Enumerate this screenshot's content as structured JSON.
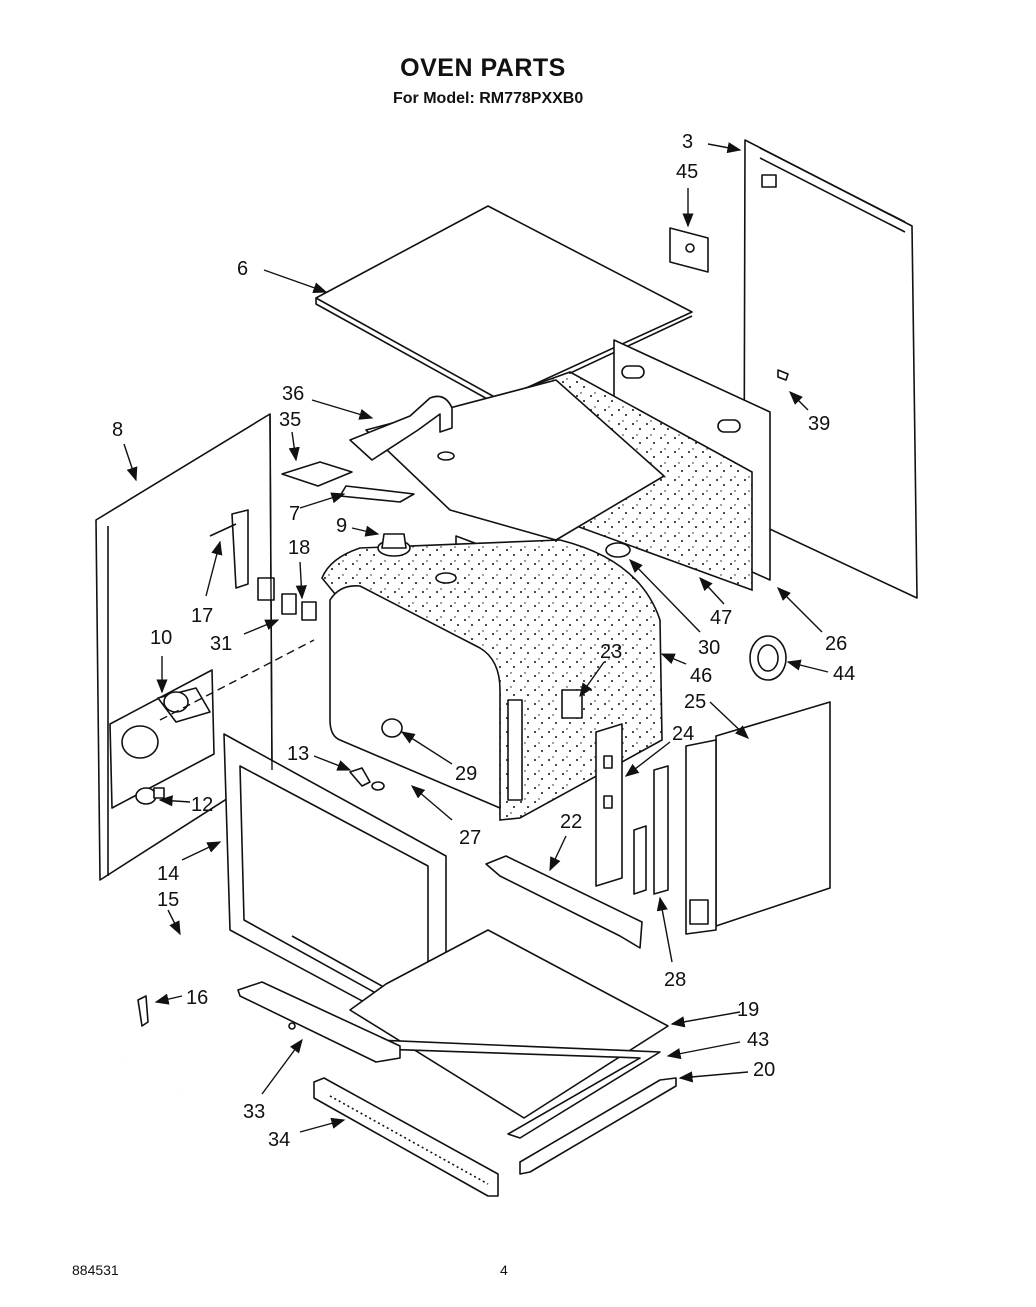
{
  "header": {
    "title": "OVEN PARTS",
    "subtitle": "For Model: RM778PXXB0"
  },
  "footer": {
    "doc_number": "884531",
    "page_number": "4"
  },
  "callouts": [
    "3",
    "45",
    "6",
    "36",
    "35",
    "8",
    "7",
    "9",
    "18",
    "17",
    "31",
    "10",
    "39",
    "47",
    "30",
    "26",
    "44",
    "23",
    "46",
    "25",
    "24",
    "13",
    "29",
    "12",
    "27",
    "22",
    "14",
    "15",
    "16",
    "28",
    "19",
    "43",
    "20",
    "33",
    "34"
  ]
}
